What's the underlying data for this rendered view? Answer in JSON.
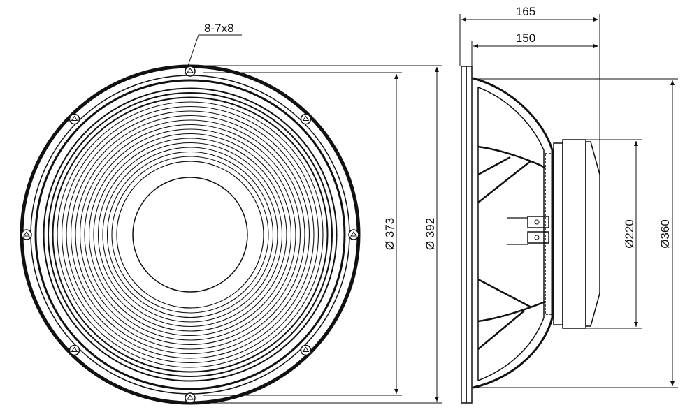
{
  "drawing": {
    "front_view": {
      "hole_callout": "8-7x8",
      "inner_diameter_label": "Ø 373",
      "outer_diameter_label": "Ø 392"
    },
    "side_view": {
      "overall_depth_label": "165",
      "basket_depth_label": "150",
      "magnet_diameter_label": "Ø220",
      "basket_diameter_label": "Ø360"
    },
    "line_color": "#111111"
  }
}
